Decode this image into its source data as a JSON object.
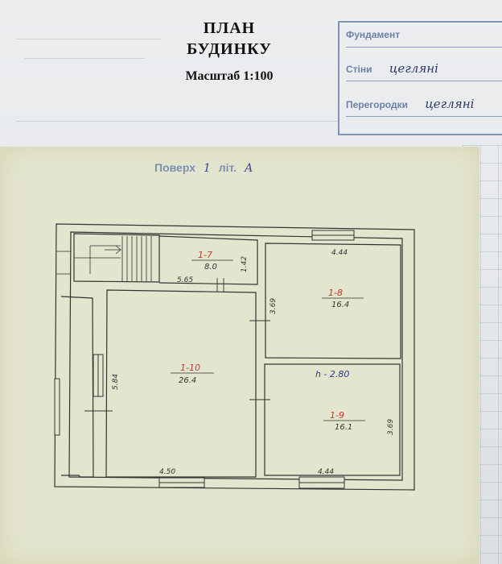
{
  "header": {
    "title_line1": "ПЛАН",
    "title_line2": "БУДИНКУ",
    "scale": "Масштаб 1:100"
  },
  "stamp": {
    "foundation_label": "Фундамент",
    "walls_label": "Стіни",
    "walls_value": "цегляні",
    "partitions_label": "Перегородки",
    "partitions_value": "цегляні"
  },
  "floor": {
    "label": "Поверх",
    "value": "1",
    "letter_label": "літ.",
    "letter_value": "А"
  },
  "rooms": [
    {
      "id": "1-7",
      "area": "8.0"
    },
    {
      "id": "1-8",
      "area": "16.4"
    },
    {
      "id": "1-9",
      "area": "16.1"
    },
    {
      "id": "1-10",
      "area": "26.4"
    }
  ],
  "dimensions": {
    "d_565": "5.65",
    "d_142": "1.42",
    "d_444_top": "4.44",
    "d_369_left": "3.69",
    "d_584": "5.84",
    "d_450": "4.50",
    "d_444_bottom": "4.44",
    "d_369_right": "3.69"
  },
  "note_height": "h - 2.80"
}
